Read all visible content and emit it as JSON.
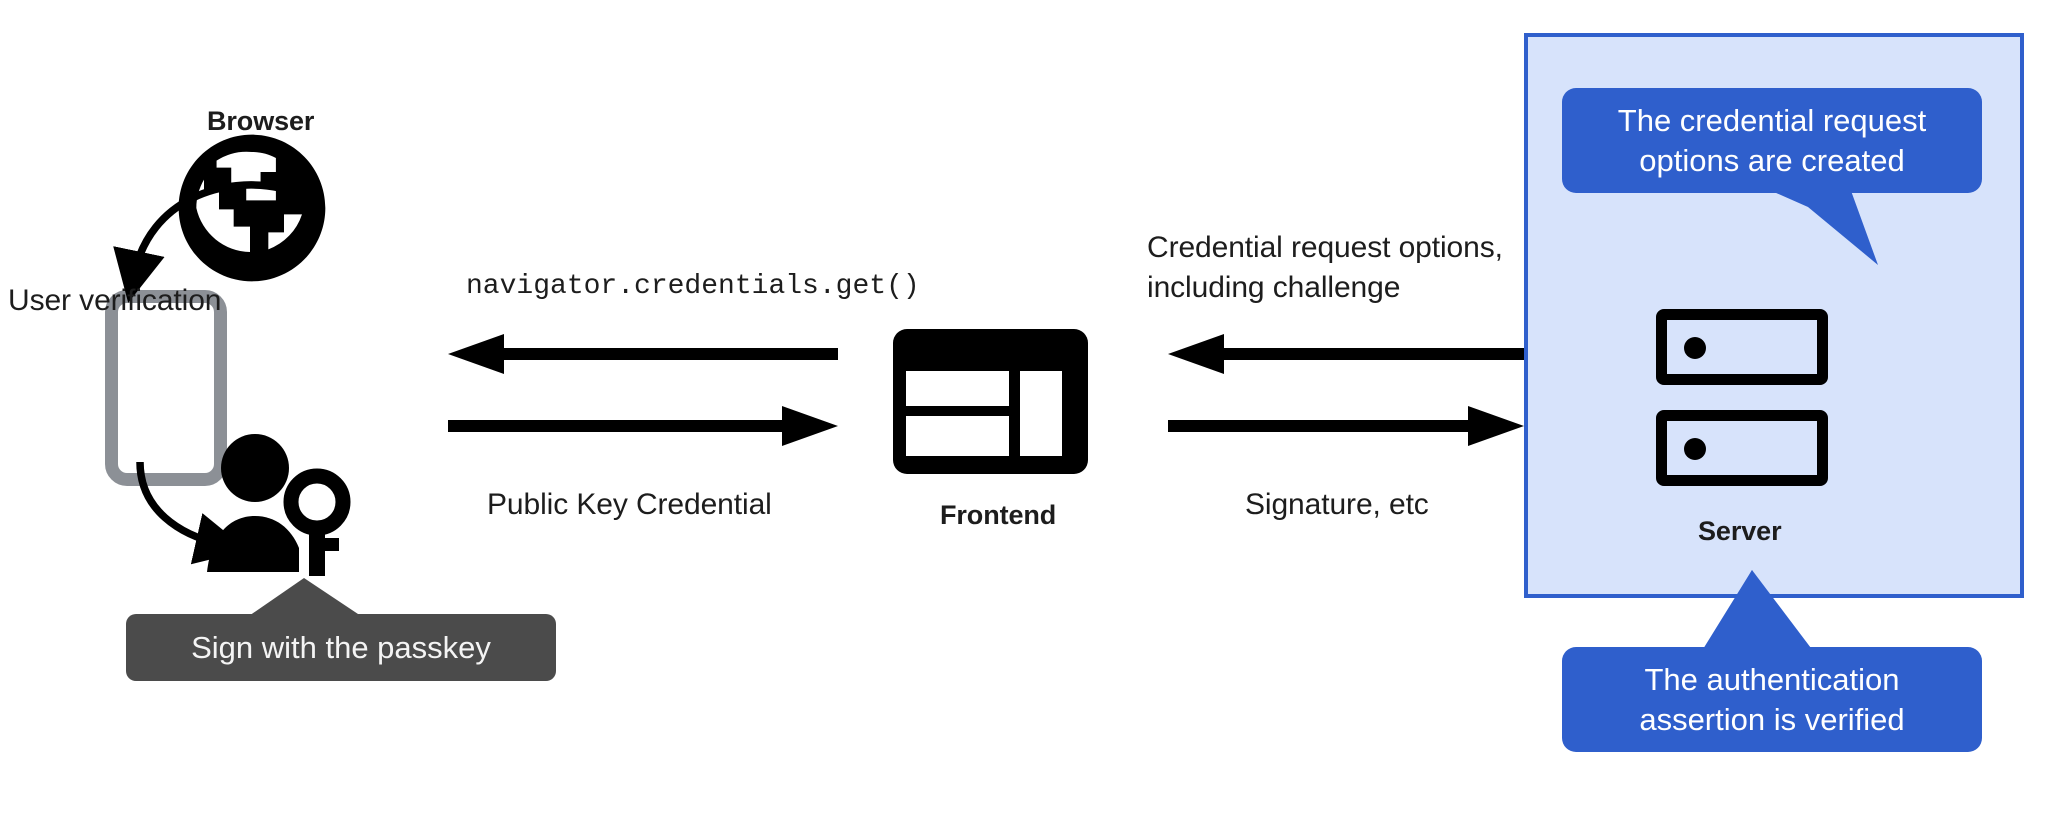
{
  "diagram": {
    "title": "WebAuthn passkey authentication flow",
    "colors": {
      "panel_fill": "#d7e3fb",
      "panel_border": "#2f5fcc",
      "callout_blue": "#2f5fcc",
      "tooltip_dark": "#4b4b4b",
      "icon_black": "#000000",
      "phone_gray": "#8c9096",
      "text": "#1d1d1d"
    }
  },
  "client": {
    "browser_label": "Browser",
    "user_verification_label": "User verification",
    "passkey_tooltip": "Sign with the passkey",
    "icons": {
      "browser": "globe-icon",
      "phone": "mobile-phone-icon",
      "user_key": "person-with-key-icon"
    }
  },
  "frontend": {
    "label": "Frontend",
    "icon": "browser-window-layout-icon"
  },
  "server": {
    "label": "Server",
    "icon": "server-racks-icon",
    "callout_top": "The credential request\noptions are created",
    "callout_bottom": "The authentication\nassertion is verified"
  },
  "flows": [
    {
      "id": "browser-to-frontend-request",
      "label": "navigator.credentials.get()",
      "direction": "left",
      "style": "mono"
    },
    {
      "id": "browser-to-frontend-response",
      "label": "Public Key Credential",
      "direction": "right",
      "style": "sans"
    },
    {
      "id": "server-to-frontend-options",
      "label": "Credential request options,\nincluding challenge",
      "direction": "left",
      "style": "sans"
    },
    {
      "id": "frontend-to-server-signature",
      "label": "Signature, etc",
      "direction": "right",
      "style": "sans"
    }
  ]
}
